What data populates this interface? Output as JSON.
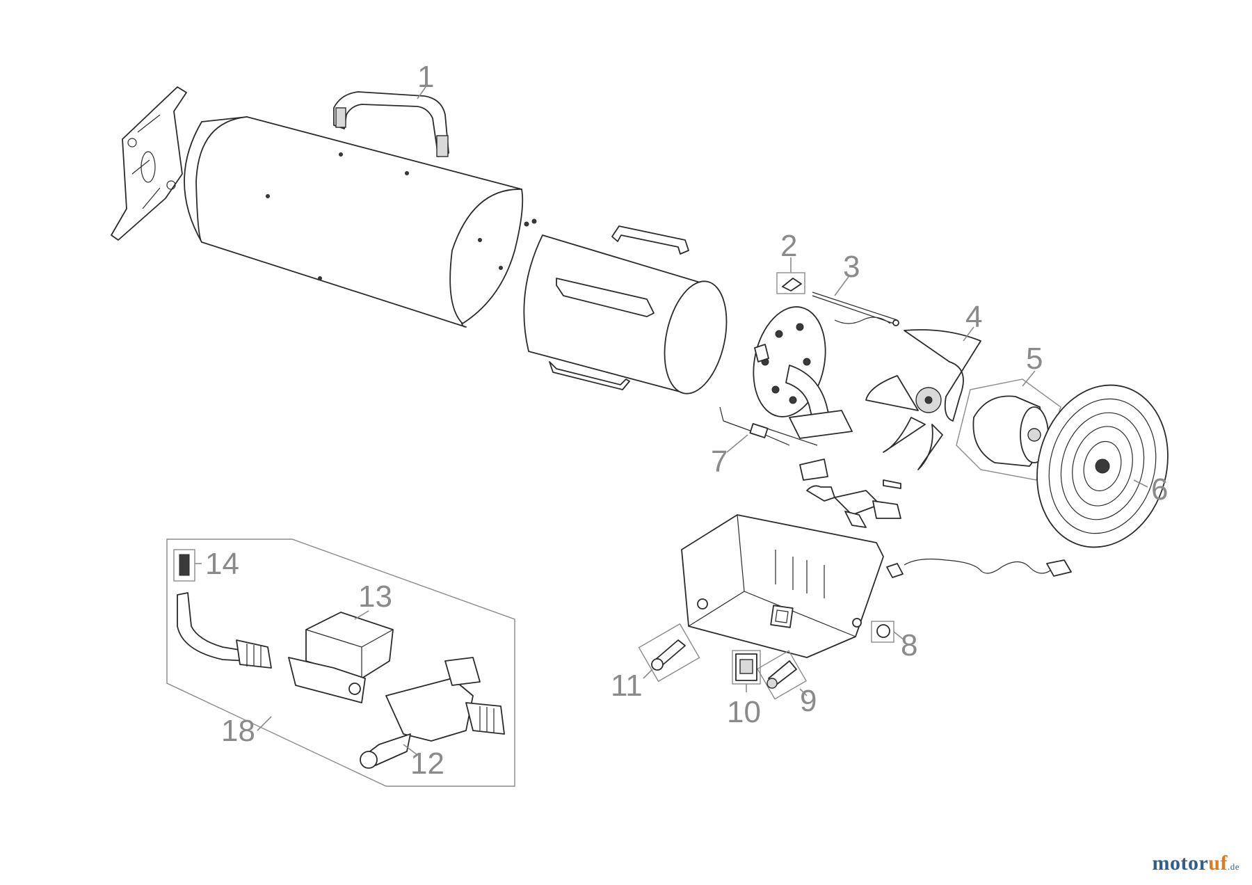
{
  "diagram": {
    "callouts": [
      "1",
      "2",
      "3",
      "4",
      "5",
      "6",
      "7",
      "8",
      "9",
      "10",
      "11",
      "12",
      "13",
      "14",
      "18"
    ]
  },
  "logo": {
    "part1": "motor",
    "part2": "uf",
    "tld": ".de"
  },
  "colors": {
    "line": "#2a2a2a",
    "callout": "#8a8a8a",
    "logo_blue": "#2e5f8f",
    "logo_orange": "#e07a1c"
  }
}
